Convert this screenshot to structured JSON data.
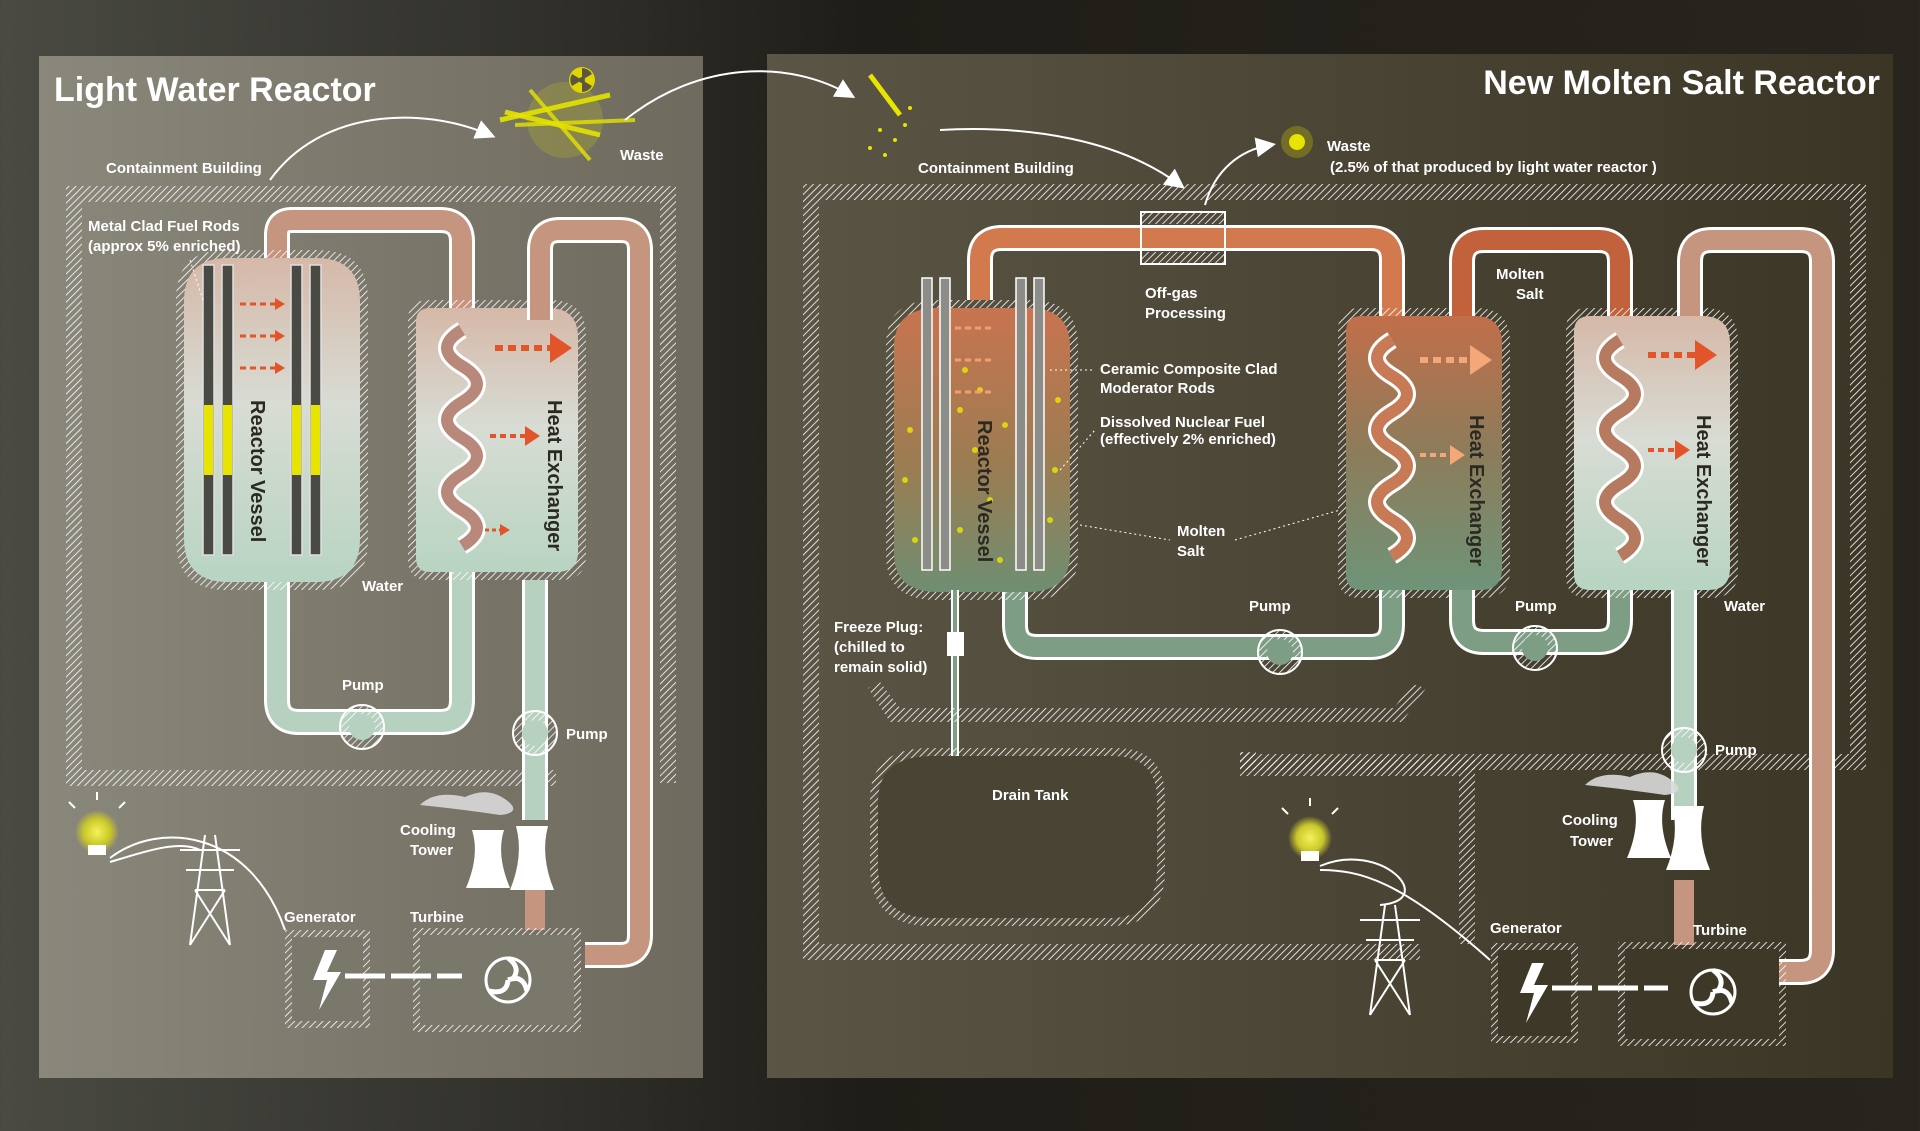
{
  "light_water": {
    "title": "Light Water Reactor",
    "containment": "Containment Building",
    "fuel_rods_l1": "Metal Clad Fuel Rods",
    "fuel_rods_l2": "(approx 5% enriched)",
    "reactor_vessel": "Reactor Vessel",
    "heat_exchanger": "Heat Exchanger",
    "water": "Water",
    "pump_primary": "Pump",
    "pump_secondary": "Pump",
    "waste": "Waste",
    "cooling_l1": "Cooling",
    "cooling_l2": "Tower",
    "generator": "Generator",
    "turbine": "Turbine"
  },
  "molten_salt": {
    "title": "New Molten Salt Reactor",
    "containment": "Containment Building",
    "waste": "Waste",
    "waste_note": "(2.5% of that produced by light water reactor )",
    "offgas_l1": "Off-gas",
    "offgas_l2": "Processing",
    "ceramic_l1": "Ceramic Composite Clad",
    "ceramic_l2": "Moderator Rods",
    "dissolved_l1": "Dissolved Nuclear Fuel",
    "dissolved_l2": "(effectively 2% enriched)",
    "molten_salt_mid_l1": "Molten",
    "molten_salt_mid_l2": "Salt",
    "molten_salt_top_l1": "Molten",
    "molten_salt_top_l2": "Salt",
    "reactor_vessel": "Reactor Vessel",
    "heat_exchanger_1": "Heat Exchanger",
    "heat_exchanger_2": "Heat Exchanger",
    "pump_1": "Pump",
    "pump_2": "Pump",
    "pump_3": "Pump",
    "freeze_l1": "Freeze Plug:",
    "freeze_l2": "(chilled to",
    "freeze_l3": "remain solid)",
    "drain_tank": "Drain Tank",
    "water": "Water",
    "cooling_l1": "Cooling",
    "cooling_l2": "Tower",
    "generator": "Generator",
    "turbine": "Turbine"
  },
  "colors": {
    "lwr_panel": "#7a776b",
    "msr_panel": "#4a4434",
    "hot_pipe": "#c6957f",
    "cool_pipe": "#b7d1c0",
    "salt_pipe": "#d27a4e",
    "flow_arrow": "#e2552b",
    "fuel_glow": "#e6e400"
  }
}
